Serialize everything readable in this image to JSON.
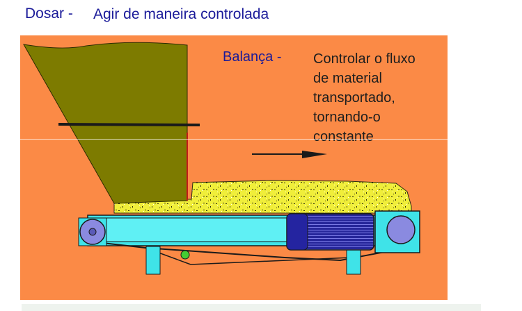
{
  "dosar": {
    "term": "Dosar -",
    "definition": "Agir de maneira controlada"
  },
  "balanca": {
    "term": "Balança -",
    "definition": "Controlar o fluxo\nde material\ntransportado,\ntornando-o\nconstante"
  },
  "colors": {
    "background": "#fb8a46",
    "hopper": "#7d7b00",
    "material": "#f0ee3a",
    "belt_frame": "#3fe3e8",
    "motor": "#2a2aa8",
    "pulley": "#8a8ae0",
    "text_term": "#1a1a99"
  }
}
